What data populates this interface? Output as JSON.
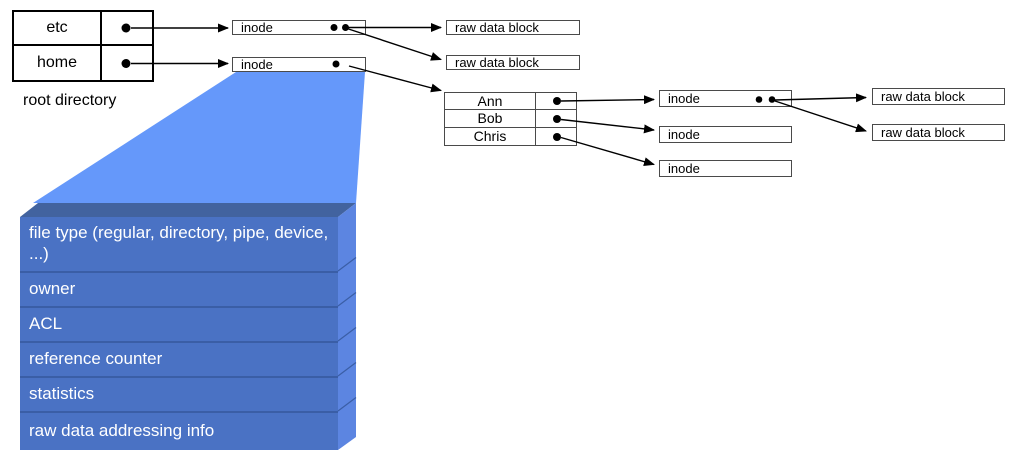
{
  "title": "filesystem directories and inodes diagram",
  "colors": {
    "beam": "#6598fa",
    "stack_front": "#4a72c4",
    "stack_top": "#42639f",
    "stack_side": "#5c85e1",
    "stack_separator": "#3a5ea6",
    "box_border": "#4a4a4a",
    "table_border": "#000000",
    "text_light": "#ffffff"
  },
  "root_directory": {
    "caption": "root directory",
    "entries": [
      "etc",
      "home"
    ]
  },
  "home_directory": {
    "entries": [
      "Ann",
      "Bob",
      "Chris"
    ]
  },
  "labels": {
    "inode": "inode",
    "raw_block": "raw data block"
  },
  "inode_detail": {
    "fields": [
      "file type (regular, directory, pipe, device, ...)",
      "owner",
      "ACL",
      "reference counter",
      "statistics",
      "raw data addressing info"
    ]
  }
}
